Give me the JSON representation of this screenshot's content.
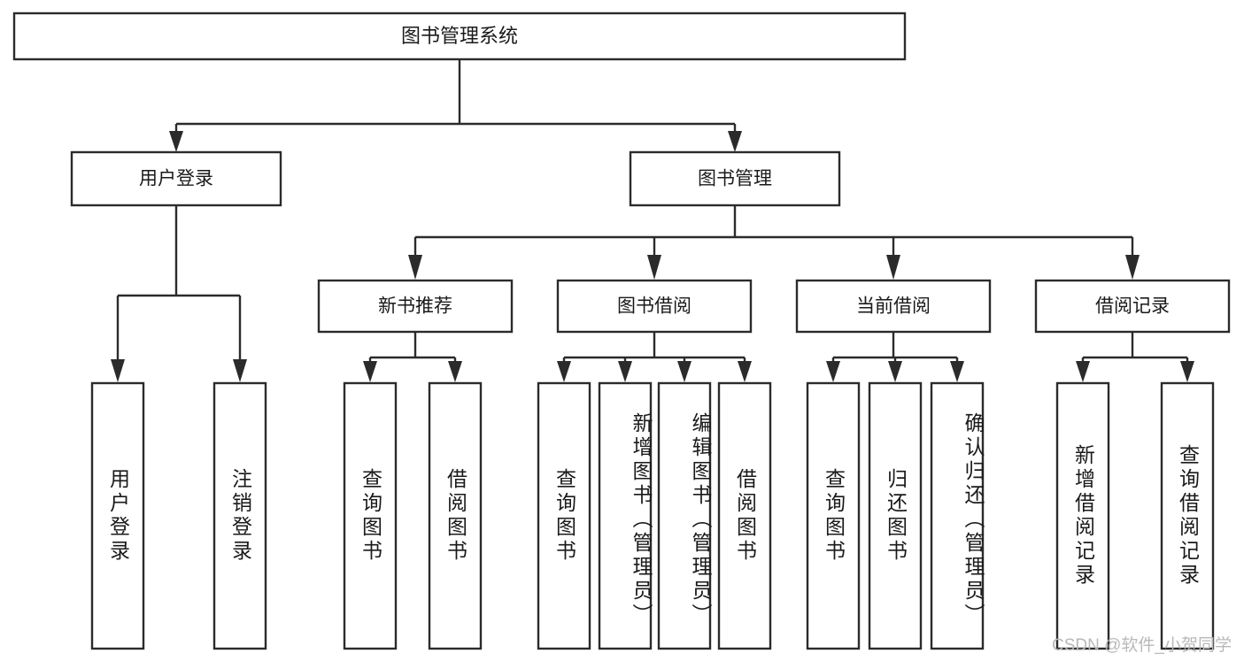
{
  "diagram": {
    "type": "tree",
    "title": "图书管理系统",
    "watermark": "CSDN @软件_小贺同学",
    "colors": {
      "box_fill": "#ffffff",
      "box_stroke": "#2b2b2b",
      "text": "#1a1a1a",
      "background": "#ffffff",
      "watermark": "#b9b9b9"
    },
    "levels": {
      "root": {
        "label": "图书管理系统"
      },
      "level1": [
        {
          "label": "用户登录"
        },
        {
          "label": "图书管理"
        }
      ],
      "level2": [
        {
          "label": "新书推荐",
          "parent": "图书管理"
        },
        {
          "label": "图书借阅",
          "parent": "图书管理"
        },
        {
          "label": "当前借阅",
          "parent": "图书管理"
        },
        {
          "label": "借阅记录",
          "parent": "图书管理"
        }
      ],
      "leaves": [
        {
          "label": "用户登录",
          "parent": "用户登录"
        },
        {
          "label": "注销登录",
          "parent": "用户登录"
        },
        {
          "label": "查询图书",
          "parent": "新书推荐"
        },
        {
          "label": "借阅图书",
          "parent": "新书推荐"
        },
        {
          "label": "查询图书",
          "parent": "图书借阅"
        },
        {
          "label": "新增图书（管理员）",
          "parent": "图书借阅"
        },
        {
          "label": "编辑图书（管理员）",
          "parent": "图书借阅"
        },
        {
          "label": "借阅图书",
          "parent": "图书借阅"
        },
        {
          "label": "查询图书",
          "parent": "当前借阅"
        },
        {
          "label": "归还图书",
          "parent": "当前借阅"
        },
        {
          "label": "确认归还（管理员）",
          "parent": "当前借阅"
        },
        {
          "label": "新增借阅记录",
          "parent": "借阅记录"
        },
        {
          "label": "查询借阅记录",
          "parent": "借阅记录"
        }
      ]
    }
  }
}
